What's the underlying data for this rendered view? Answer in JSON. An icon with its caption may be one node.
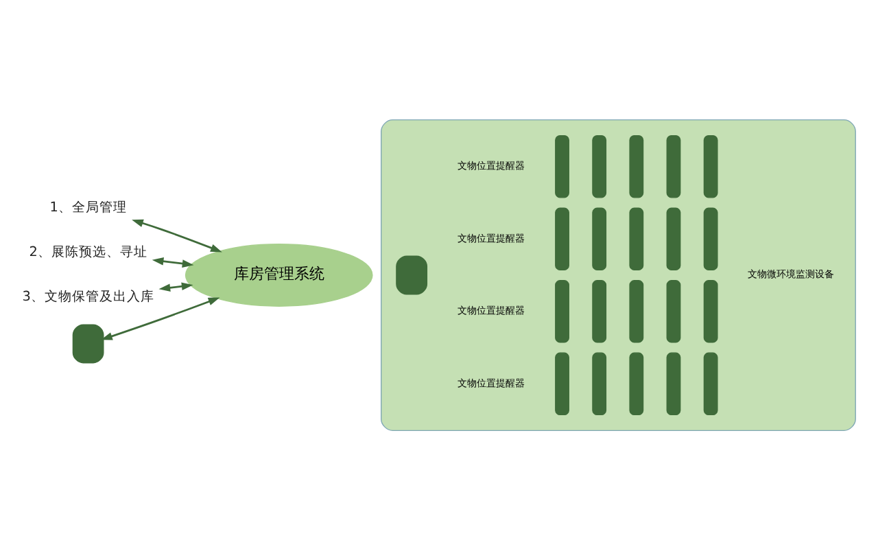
{
  "diagram": {
    "nodes": [
      {
        "text": [
          "1、全局管理"
        ]
      },
      {
        "text": [
          "2、展陈预选、寻址"
        ]
      },
      {
        "text": [
          "3、文物保管及出入库"
        ]
      },
      {
        "text": [],
        "shape": "box"
      },
      {
        "text": [
          "库房管理系统"
        ]
      },
      {
        "text": [],
        "shape": "box"
      },
      {
        "text": [],
        "shape": "box",
        "in": 5
      },
      {
        "text": [
          "文物位置提醒器"
        ],
        "in": 5
      },
      {
        "text": [
          "文物位置提醒器"
        ],
        "in": 5
      },
      {
        "text": [
          "文物位置提醒器"
        ],
        "in": 5
      },
      {
        "text": [
          "文物位置提醒器"
        ],
        "in": 5
      },
      {
        "text": [
          "文物微环境监测设备"
        ],
        "in": 5
      },
      {
        "text": [],
        "shape": "bar",
        "in": 5
      },
      {
        "text": [],
        "shape": "bar",
        "in": 5
      },
      {
        "text": [],
        "shape": "bar",
        "in": 5
      },
      {
        "text": [],
        "shape": "bar",
        "in": 5
      },
      {
        "text": [],
        "shape": "bar",
        "in": 5
      },
      {
        "text": [],
        "shape": "bar",
        "in": 5
      },
      {
        "text": [],
        "shape": "bar",
        "in": 5
      },
      {
        "text": [],
        "shape": "bar",
        "in": 5
      },
      {
        "text": [],
        "shape": "bar",
        "in": 5
      },
      {
        "text": [],
        "shape": "bar",
        "in": 5
      },
      {
        "text": [],
        "shape": "bar",
        "in": 5
      },
      {
        "text": [],
        "shape": "bar",
        "in": 5
      },
      {
        "text": [],
        "shape": "bar",
        "in": 5
      },
      {
        "text": [],
        "shape": "bar",
        "in": 5
      },
      {
        "text": [],
        "shape": "bar",
        "in": 5
      },
      {
        "text": [],
        "shape": "bar",
        "in": 5
      },
      {
        "text": [],
        "shape": "bar",
        "in": 5
      },
      {
        "text": [],
        "shape": "bar",
        "in": 5
      },
      {
        "text": [],
        "shape": "bar",
        "in": 5
      },
      {
        "text": [],
        "shape": "bar",
        "in": 5
      }
    ],
    "edges": [
      {
        "from": 4,
        "to": 0,
        "arrow": "both"
      },
      {
        "from": 4,
        "to": 1,
        "arrow": "both"
      },
      {
        "from": 4,
        "to": 2,
        "arrow": "both"
      },
      {
        "from": 4,
        "to": 3,
        "arrow": "both"
      }
    ]
  }
}
